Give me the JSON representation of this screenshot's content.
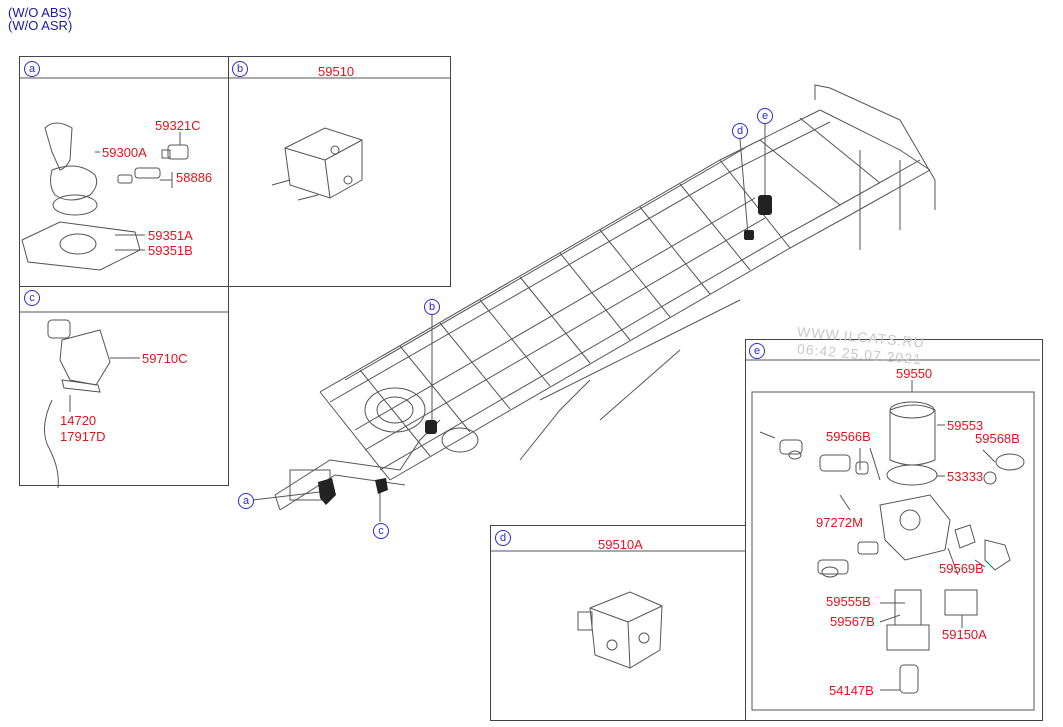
{
  "header": {
    "line1": "(W/O ABS)",
    "line2": "(W/O ASR)"
  },
  "watermark": {
    "site": "WWW.ILCATS.RU",
    "time": "06:42 25.07.2021"
  },
  "callouts": {
    "a": "a",
    "b": "b",
    "c": "c",
    "d": "d",
    "e": "e"
  },
  "panels": {
    "a": {
      "tag": "a",
      "parts": [
        "59321C",
        "59300A",
        "58886",
        "59351A",
        "59351B"
      ]
    },
    "b": {
      "tag": "b",
      "title": "59510"
    },
    "c": {
      "tag": "c",
      "parts": [
        "59710C",
        "14720",
        "17917D"
      ]
    },
    "d": {
      "tag": "d",
      "title": "59510A"
    },
    "e": {
      "tag": "e",
      "title": "59550",
      "parts": [
        "59553",
        "59566B",
        "59568B",
        "53333",
        "97272M",
        "59569B",
        "59555B",
        "59567B",
        "59150A",
        "54147B"
      ]
    }
  },
  "colors": {
    "part_label": "#e0141e",
    "callout": "#2a2ad0",
    "header": "#1a1aa0",
    "line": "#555555"
  }
}
